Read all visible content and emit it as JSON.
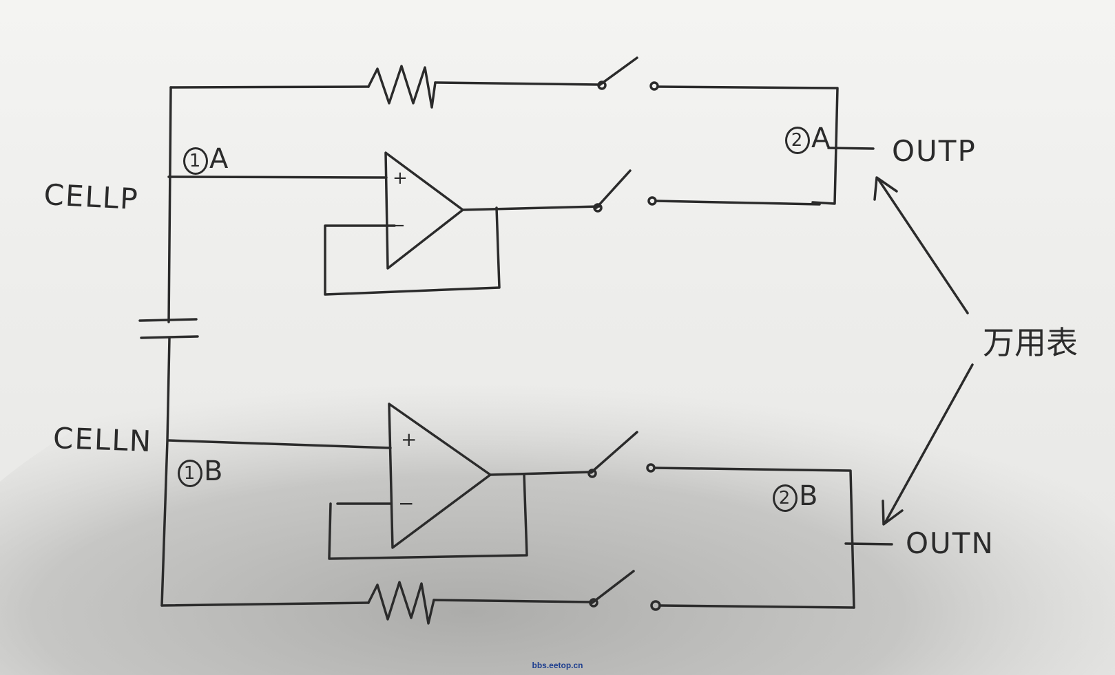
{
  "labels": {
    "cellp": "CELLP",
    "celln": "CELLN",
    "outp": "OUTP",
    "outn": "OUTN",
    "meter": "万用表",
    "node_1a": {
      "num": "1",
      "letter": "A"
    },
    "node_2a": {
      "num": "2",
      "letter": "A"
    },
    "node_1b": {
      "num": "1",
      "letter": "B"
    },
    "node_2b": {
      "num": "2",
      "letter": "B"
    },
    "opamp_plus": "+",
    "opamp_minus": "−"
  },
  "watermark": "bbs.eetop.cn",
  "colors": {
    "ink": "#2b2b2b",
    "paper_light": "#f3f3f1",
    "paper_shadow": "#b7b7b5",
    "watermark": "#1f3f8f"
  }
}
